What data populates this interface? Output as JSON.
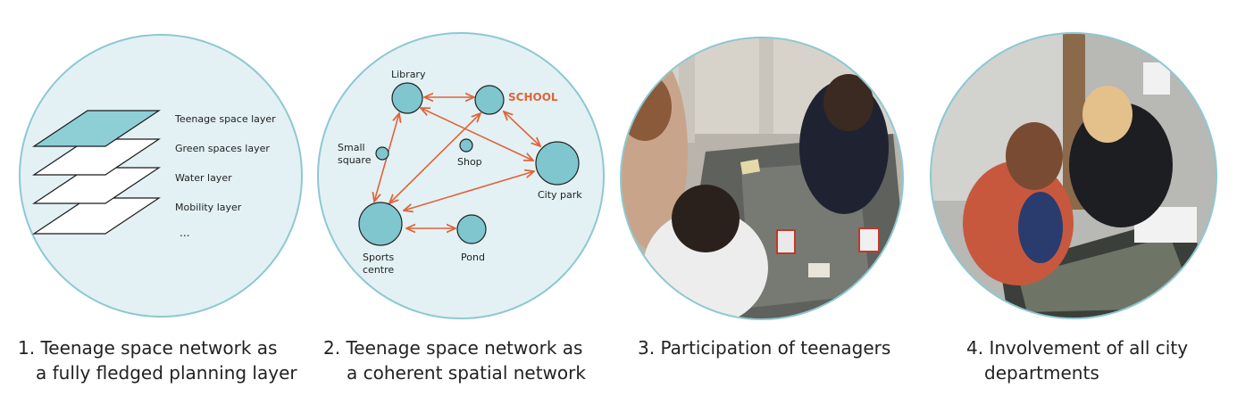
{
  "panel1": {
    "layers": [
      "Teenage space layer",
      "Green spaces layer",
      "Water layer",
      "Mobility layer"
    ],
    "ellipsis": "..."
  },
  "panel2": {
    "nodes": {
      "library": "Library",
      "school": "SCHOOL",
      "small_square_1": "Small",
      "small_square_2": "square",
      "shop": "Shop",
      "city_park": "City park",
      "sports_1": "Sports",
      "sports_2": "centre",
      "pond": "Pond"
    }
  },
  "captions": [
    {
      "line1": "1. Teenage space network as",
      "line2": "a fully fledged planning layer"
    },
    {
      "line1": "2. Teenage space network as",
      "line2": "a coherent spatial network"
    },
    {
      "line1": "3. Participation of teenagers",
      "line2": ""
    },
    {
      "line1": "4. Involvement of all city",
      "line2": "departments"
    }
  ],
  "colors": {
    "circle_fill": "#e3f1f4",
    "circle_stroke": "#8ec8d2",
    "node_fill": "#7fc6cf",
    "layer_highlight": "#8ecfd6",
    "arrow": "#e0643a",
    "school_text": "#e0643a"
  }
}
